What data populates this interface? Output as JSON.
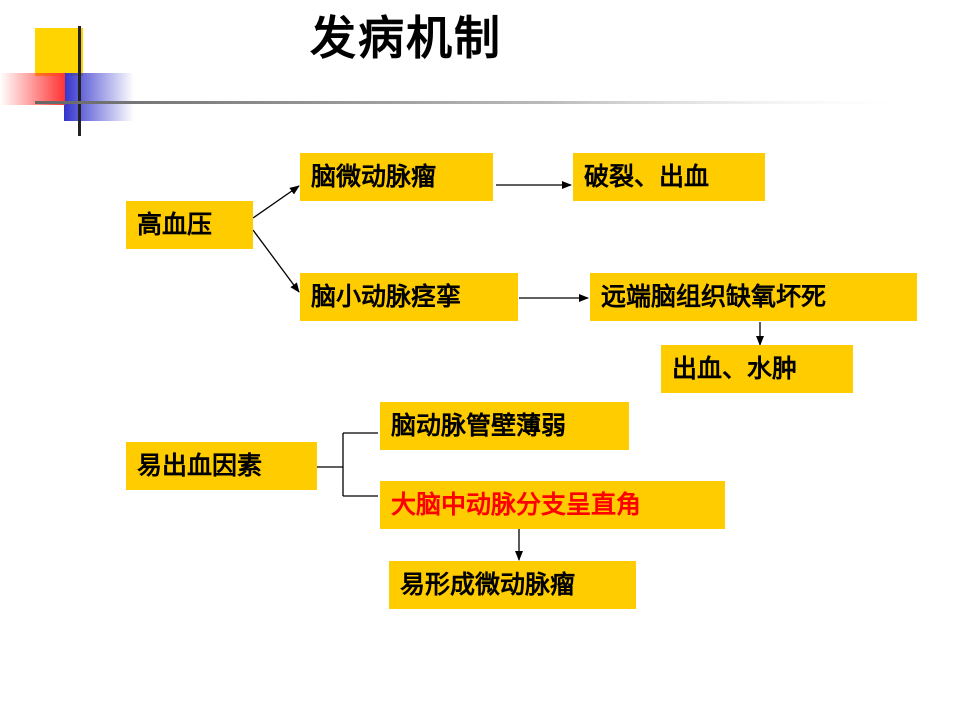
{
  "slide": {
    "title": "发病机制",
    "colors": {
      "box_fill": "#ffcc00",
      "highlight_text": "#ff0000",
      "deco_yellow": "#ffd400",
      "deco_blue": "#3333cc",
      "deco_red": "#ff3333"
    }
  },
  "diagram": {
    "hypertension": "高血压",
    "micro_aneurysm": "脑微动脉瘤",
    "rupture_bleed": "破裂、出血",
    "arteriole_spasm": "脑小动脉痉挛",
    "distal_necrosis": "远端脑组织缺氧坏死",
    "bleed_edema": "出血、水肿",
    "bleed_factors": "易出血因素",
    "weak_wall": "脑动脉管壁薄弱",
    "right_angle_branch": "大脑中动脉分支呈直角",
    "forms_aneurysm": "易形成微动脉瘤"
  }
}
